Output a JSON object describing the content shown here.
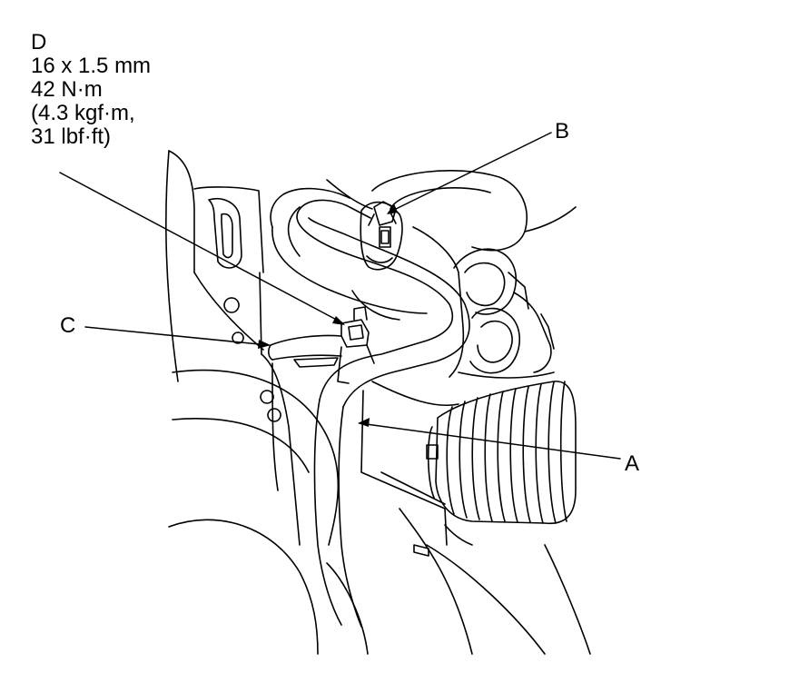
{
  "callouts": {
    "a": "A",
    "b": "B",
    "c": "C",
    "d": "D"
  },
  "spec": {
    "bolt_size": "16 x 1.5 mm",
    "torque_nm": "42 N·m",
    "torque_kgfm": "(4.3 kgf·m,",
    "torque_lbfft": "31 lbf·ft)"
  },
  "colors": {
    "line": "#000000",
    "background": "#ffffff"
  }
}
